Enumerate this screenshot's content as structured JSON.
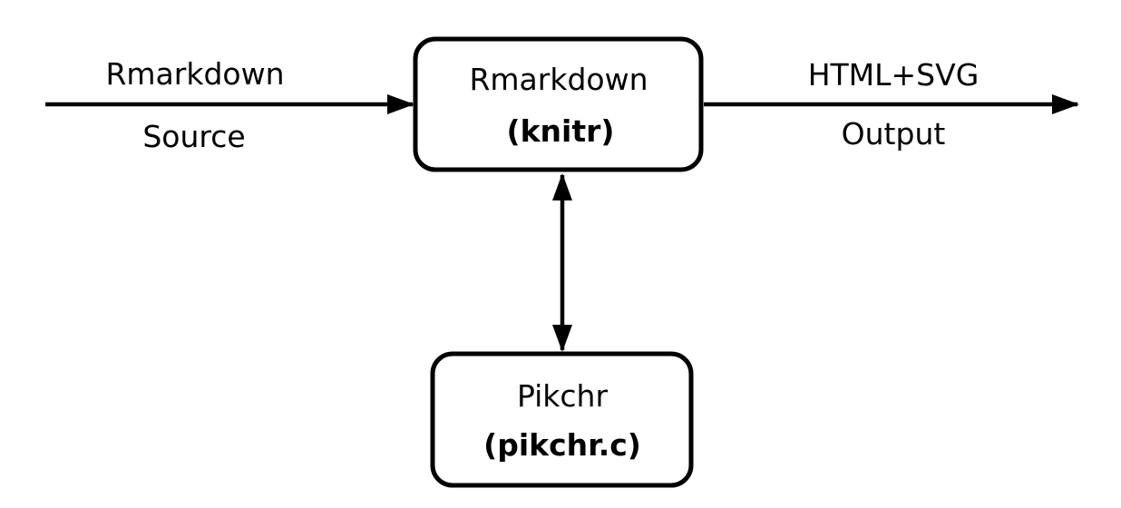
{
  "diagram": {
    "colors": {
      "background": "#ffffff",
      "stroke": "#000000",
      "box_fill": "#ffffff"
    },
    "input_arrow": {
      "label_top": "Rmarkdown",
      "label_bottom": "Source"
    },
    "knitr_box": {
      "title": "Rmarkdown",
      "subtitle": "(knitr)"
    },
    "output_arrow": {
      "label_top": "HTML+SVG",
      "label_bottom": "Output"
    },
    "pikchr_box": {
      "title": "Pikchr",
      "subtitle": "(pikchr.c)"
    }
  }
}
